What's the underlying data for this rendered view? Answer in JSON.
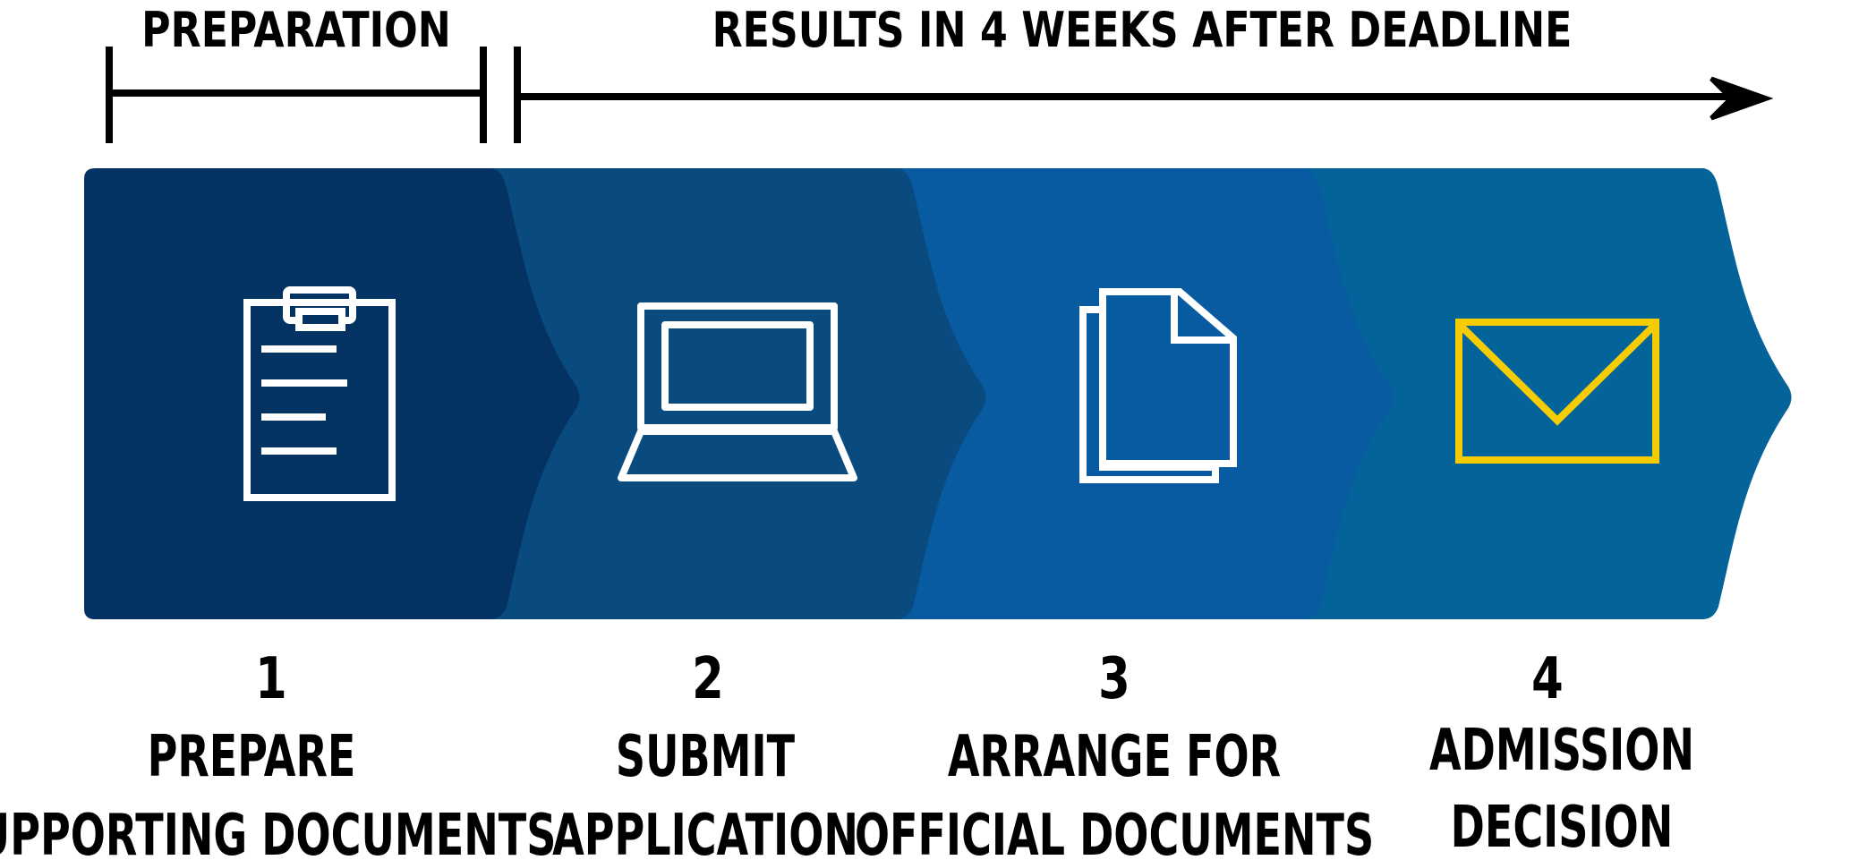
{
  "timeline": {
    "preparation_label": "PREPARATION",
    "results_label": "RESULTS IN 4 WEEKS AFTER DEADLINE"
  },
  "colors": {
    "step1": "#033263",
    "step2": "#094a7f",
    "step3": "#085aa1",
    "step4": "#04649a",
    "icon_white": "#ffffff",
    "icon_accent": "#f6cc05",
    "text": "#000000"
  },
  "steps": [
    {
      "number": "1",
      "line1": "PREPARE",
      "line2": "SUPPORTING DOCUMENTS",
      "icon": "clipboard-icon"
    },
    {
      "number": "2",
      "line1": "SUBMIT",
      "line2": "APPLICATION",
      "icon": "laptop-icon"
    },
    {
      "number": "3",
      "line1": "ARRANGE FOR",
      "line2": "OFFICIAL DOCUMENTS",
      "icon": "documents-icon"
    },
    {
      "number": "4",
      "line1": "ADMISSION",
      "line2": "DECISION",
      "icon": "envelope-icon"
    }
  ]
}
